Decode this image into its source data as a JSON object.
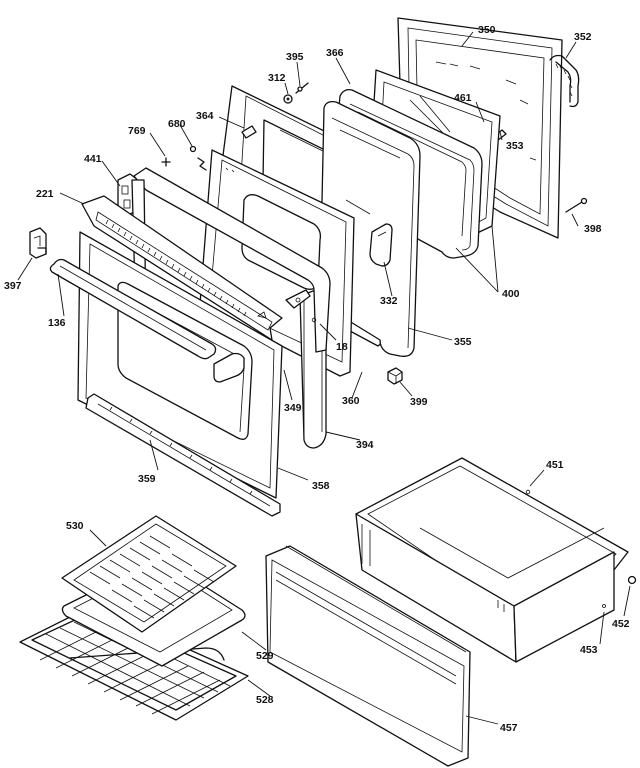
{
  "diagram": {
    "labels": [
      {
        "id": "350",
        "text": "350"
      },
      {
        "id": "352",
        "text": "352"
      },
      {
        "id": "395",
        "text": "395"
      },
      {
        "id": "366",
        "text": "366"
      },
      {
        "id": "312",
        "text": "312"
      },
      {
        "id": "461",
        "text": "461"
      },
      {
        "id": "364",
        "text": "364"
      },
      {
        "id": "353",
        "text": "353"
      },
      {
        "id": "680",
        "text": "680"
      },
      {
        "id": "769",
        "text": "769"
      },
      {
        "id": "441",
        "text": "441"
      },
      {
        "id": "221",
        "text": "221"
      },
      {
        "id": "398",
        "text": "398"
      },
      {
        "id": "397",
        "text": "397"
      },
      {
        "id": "400",
        "text": "400"
      },
      {
        "id": "332",
        "text": "332"
      },
      {
        "id": "136",
        "text": "136"
      },
      {
        "id": "18",
        "text": "18"
      },
      {
        "id": "355",
        "text": "355"
      },
      {
        "id": "349",
        "text": "349"
      },
      {
        "id": "360",
        "text": "360"
      },
      {
        "id": "399",
        "text": "399"
      },
      {
        "id": "394",
        "text": "394"
      },
      {
        "id": "359",
        "text": "359"
      },
      {
        "id": "358",
        "text": "358"
      },
      {
        "id": "451",
        "text": "451"
      },
      {
        "id": "530",
        "text": "530"
      },
      {
        "id": "452",
        "text": "452"
      },
      {
        "id": "453",
        "text": "453"
      },
      {
        "id": "529",
        "text": "529"
      },
      {
        "id": "528",
        "text": "528"
      },
      {
        "id": "457",
        "text": "457"
      }
    ]
  }
}
